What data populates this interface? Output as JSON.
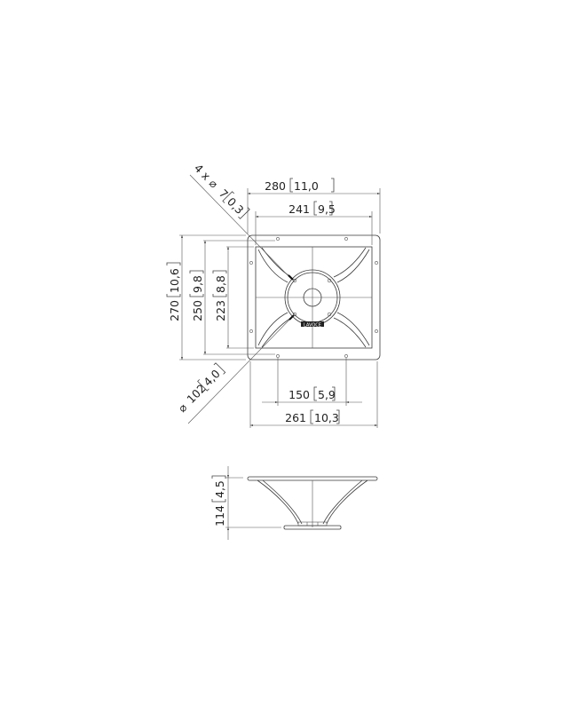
{
  "drawing": {
    "top_view": {
      "dims": {
        "overall_width": {
          "mm": "280",
          "in": "11,0"
        },
        "inner_width": {
          "mm": "241",
          "in": "9,5"
        },
        "overall_height": {
          "mm": "270",
          "in": "10,6"
        },
        "hole_height": {
          "mm": "250",
          "in": "9,8"
        },
        "inner_height": {
          "mm": "223",
          "in": "8,8"
        },
        "hole_spacing": {
          "mm": "150",
          "in": "5,9"
        },
        "hole_width": {
          "mm": "261",
          "in": "10,3"
        },
        "holes": {
          "prefix": "4 x",
          "symbol": "⌀",
          "mm": "7",
          "in": "0,3"
        },
        "throat": {
          "symbol": "⌀",
          "mm": "102",
          "in": "4,0"
        }
      },
      "logo_text": "LAVOCE"
    },
    "side_view": {
      "dims": {
        "depth": {
          "mm": "114",
          "in": "4,5"
        }
      }
    },
    "colors": {
      "line": "#3a3a3a",
      "background": "#ffffff"
    }
  }
}
